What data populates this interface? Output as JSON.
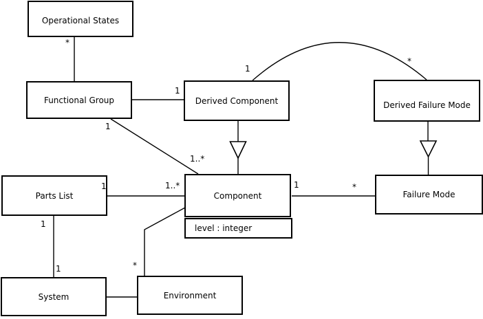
{
  "diagram": {
    "type": "uml-class-diagram",
    "colors": {
      "line": "#000000",
      "box_fill": "#ffffff",
      "background": "#ffffff"
    },
    "classes": {
      "operational_states": {
        "label": "Operational States"
      },
      "functional_group": {
        "label": "Functional Group"
      },
      "derived_component": {
        "label": "Derived Component"
      },
      "derived_failure_mode": {
        "label": "Derived Failure Mode"
      },
      "parts_list": {
        "label": "Parts List"
      },
      "component": {
        "label": "Component",
        "attribute": "level : integer"
      },
      "failure_mode": {
        "label": "Failure Mode"
      },
      "system": {
        "label": "System"
      },
      "environment": {
        "label": "Environment"
      }
    },
    "multiplicities": {
      "operational_states_end": "*",
      "derived_component_from_functional_group": "1",
      "functional_group_lower_end": "1",
      "arc_derived_component_end": "1",
      "arc_derived_failure_mode_end": "*",
      "component_from_functional_group": "1..*",
      "parts_list_end": "1",
      "component_from_parts_list": "1..*",
      "component_to_failure_mode": "1",
      "failure_mode_end": "*",
      "parts_list_bottom_end": "1",
      "system_top_end": "1",
      "environment_top_end": "*"
    },
    "relationships": [
      {
        "from": "Operational States",
        "to": "Functional Group",
        "kind": "association"
      },
      {
        "from": "Functional Group",
        "to": "Derived Component",
        "kind": "association"
      },
      {
        "from": "Functional Group",
        "to": "Component",
        "kind": "association"
      },
      {
        "from": "Derived Component",
        "to": "Derived Failure Mode",
        "kind": "association-arc"
      },
      {
        "from": "Derived Component",
        "to": "Component",
        "kind": "generalization"
      },
      {
        "from": "Derived Failure Mode",
        "to": "Failure Mode",
        "kind": "generalization"
      },
      {
        "from": "Parts List",
        "to": "Component",
        "kind": "association"
      },
      {
        "from": "Component",
        "to": "Failure Mode",
        "kind": "association"
      },
      {
        "from": "Parts List",
        "to": "System",
        "kind": "association"
      },
      {
        "from": "Environment",
        "to": "Component",
        "kind": "association"
      },
      {
        "from": "System",
        "to": "Environment",
        "kind": "association"
      }
    ]
  }
}
